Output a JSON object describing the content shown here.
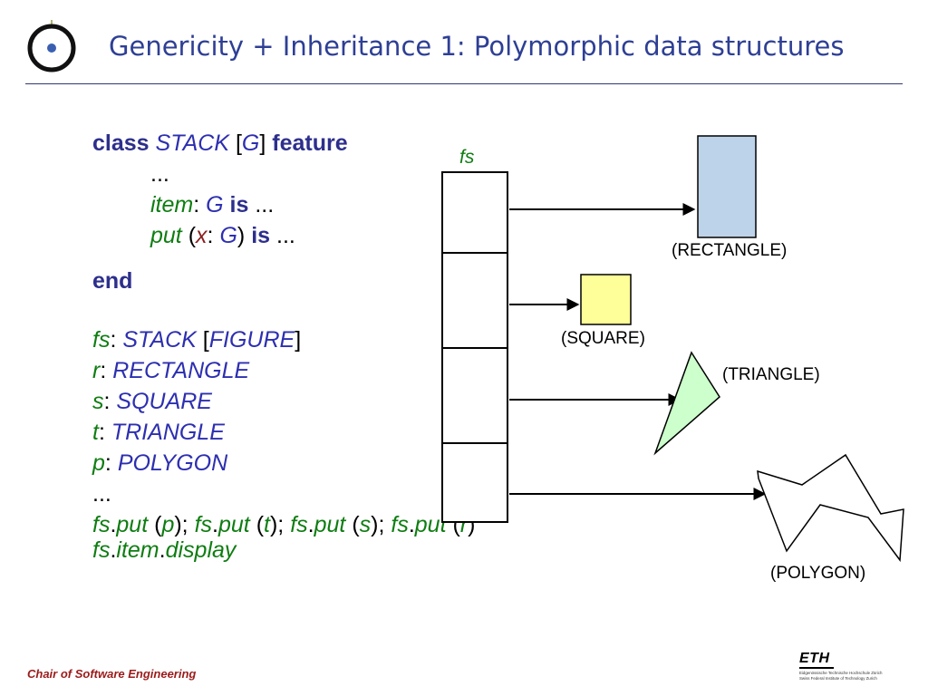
{
  "slide": {
    "title": "Genericity + Inheritance 1: Polymorphic data structures"
  },
  "code_lines": [
    {
      "tokens": [
        {
          "t": "class",
          "k": "kw"
        },
        {
          "t": " ",
          "k": "pl"
        },
        {
          "t": "STACK",
          "k": "ty"
        },
        {
          "t": " [",
          "k": "pl"
        },
        {
          "t": "G",
          "k": "ty"
        },
        {
          "t": "] ",
          "k": "pl"
        },
        {
          "t": "feature",
          "k": "kw"
        }
      ]
    },
    {
      "tokens": [
        {
          "t": "...",
          "k": "pl"
        }
      ]
    },
    {
      "tokens": [
        {
          "t": "item",
          "k": "id"
        },
        {
          "t": ": ",
          "k": "pl"
        },
        {
          "t": "G",
          "k": "ty"
        },
        {
          "t": " ",
          "k": "pl"
        },
        {
          "t": "is",
          "k": "kw"
        },
        {
          "t": " ...",
          "k": "pl"
        }
      ]
    },
    {
      "tokens": [
        {
          "t": "put",
          "k": "id"
        },
        {
          "t": " (",
          "k": "pl"
        },
        {
          "t": "x",
          "k": "ar"
        },
        {
          "t": ": ",
          "k": "pl"
        },
        {
          "t": "G",
          "k": "ty"
        },
        {
          "t": ") ",
          "k": "pl"
        },
        {
          "t": "is",
          "k": "kw"
        },
        {
          "t": " ...",
          "k": "pl"
        }
      ]
    },
    {
      "tokens": [
        {
          "t": "end",
          "k": "kw"
        }
      ]
    },
    {
      "tokens": [
        {
          "t": "fs",
          "k": "id"
        },
        {
          "t": ": ",
          "k": "pl"
        },
        {
          "t": "STACK",
          "k": "ty"
        },
        {
          "t": " [",
          "k": "pl"
        },
        {
          "t": "FIGURE",
          "k": "ty"
        },
        {
          "t": "]",
          "k": "pl"
        }
      ]
    },
    {
      "tokens": [
        {
          "t": "r",
          "k": "id"
        },
        {
          "t": ": ",
          "k": "pl"
        },
        {
          "t": "RECTANGLE",
          "k": "ty"
        }
      ]
    },
    {
      "tokens": [
        {
          "t": "s",
          "k": "id"
        },
        {
          "t": ": ",
          "k": "pl"
        },
        {
          "t": "SQUARE",
          "k": "ty"
        }
      ]
    },
    {
      "tokens": [
        {
          "t": "t",
          "k": "id"
        },
        {
          "t": ": ",
          "k": "pl"
        },
        {
          "t": "TRIANGLE",
          "k": "ty"
        }
      ]
    },
    {
      "tokens": [
        {
          "t": "p",
          "k": "id"
        },
        {
          "t": ": ",
          "k": "pl"
        },
        {
          "t": "POLYGON",
          "k": "ty"
        }
      ]
    },
    {
      "tokens": [
        {
          "t": "...",
          "k": "pl"
        }
      ]
    },
    {
      "tokens": [
        {
          "t": "fs",
          "k": "id"
        },
        {
          "t": ".",
          "k": "pl"
        },
        {
          "t": "put",
          "k": "id"
        },
        {
          "t": " (",
          "k": "pl"
        },
        {
          "t": "p",
          "k": "id"
        },
        {
          "t": "); ",
          "k": "pl"
        },
        {
          "t": "fs",
          "k": "id"
        },
        {
          "t": ".",
          "k": "pl"
        },
        {
          "t": "put",
          "k": "id"
        },
        {
          "t": " (",
          "k": "pl"
        },
        {
          "t": "t",
          "k": "id"
        },
        {
          "t": "); ",
          "k": "pl"
        },
        {
          "t": "fs",
          "k": "id"
        },
        {
          "t": ".",
          "k": "pl"
        },
        {
          "t": "put",
          "k": "id"
        },
        {
          "t": " (",
          "k": "pl"
        },
        {
          "t": "s",
          "k": "id"
        },
        {
          "t": "); ",
          "k": "pl"
        },
        {
          "t": "fs",
          "k": "id"
        },
        {
          "t": ".",
          "k": "pl"
        },
        {
          "t": "put",
          "k": "id"
        },
        {
          "t": " (",
          "k": "pl"
        },
        {
          "t": "r",
          "k": "id"
        },
        {
          "t": ")",
          "k": "pl"
        }
      ]
    },
    {
      "tokens": [
        {
          "t": "fs",
          "k": "id"
        },
        {
          "t": ".",
          "k": "pl"
        },
        {
          "t": "item",
          "k": "id"
        },
        {
          "t": ".",
          "k": "pl"
        },
        {
          "t": "display",
          "k": "id"
        }
      ]
    }
  ],
  "diagram": {
    "stack_label": "fs",
    "figures": {
      "rectangle": {
        "label": "(RECTANGLE)",
        "fill": "#bdd3e9"
      },
      "square": {
        "label": "(SQUARE)",
        "fill": "#ffff99"
      },
      "triangle": {
        "label": "(TRIANGLE)",
        "fill": "#ccffcc"
      },
      "polygon": {
        "label": "(POLYGON)",
        "fill": "#ffffff"
      }
    }
  },
  "footer": {
    "left": "Chair of Software Engineering",
    "eth_mark": "ETH",
    "eth_line1": "Eidgenössische Technische Hochschule Zürich",
    "eth_line2": "Swiss Federal Institute of Technology Zurich"
  },
  "colors": {
    "title": "#2e3f95",
    "keyword": "#2d2f8c",
    "type": "#2d2fb0",
    "identifier": "#0f7d12",
    "argument": "#8b1f1f",
    "footer": "#9b1b1b"
  }
}
